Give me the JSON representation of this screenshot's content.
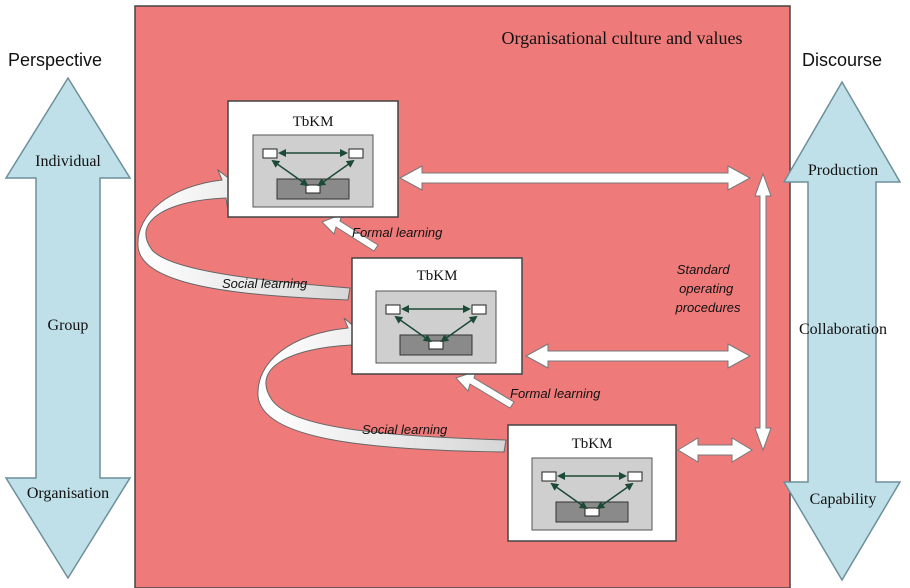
{
  "culture_label": "Organisational culture and values",
  "perspective": {
    "title": "Perspective",
    "levels": [
      "Individual",
      "Group",
      "Organisation"
    ]
  },
  "discourse": {
    "title": "Discourse",
    "levels": [
      "Production",
      "Collaboration",
      "Capability"
    ]
  },
  "tbkm_label": "TbKM",
  "learning": {
    "formal_top": "Formal learning",
    "social_top": "Social learning",
    "formal_bottom": "Formal learning",
    "social_bottom": "Social learning"
  },
  "sop_label": [
    "Standard",
    "operating",
    "procedures"
  ],
  "colors": {
    "culture_fill": "#ef7a7a",
    "side_arrow_fill": "#bfe0e8",
    "box_fill": "#ffffff",
    "inner_fill": "#cfcfcf",
    "inner_base_fill": "#8a8a8a",
    "curved_arrow_fill": "#ededed",
    "dark_green": "#1d4a37"
  }
}
